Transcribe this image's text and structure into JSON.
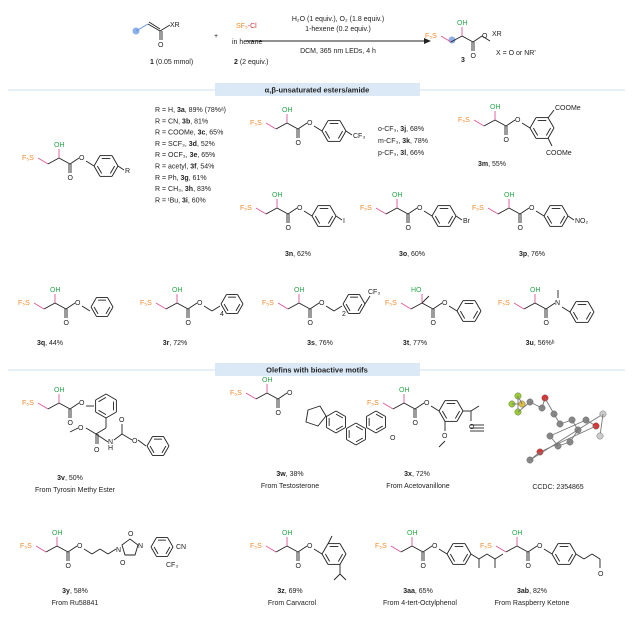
{
  "atoms": {
    "sf5": "F₅S",
    "oh": "OH",
    "ho": "HO",
    "o": "O",
    "n": "N",
    "nh": "H",
    "r": "R",
    "cf3": "CF₃",
    "i": "I",
    "br": "Br",
    "no2": "NO₂",
    "coome": "COOMe",
    "cn": "CN"
  },
  "scheme": {
    "xr": "XR",
    "o": "O",
    "reactant1_id": "1",
    "reactant1_amount": " (0.05 mmol)",
    "plus": "+",
    "reagent_sf5": "SF₅",
    "reagent_cl": "-Cl",
    "reagent_solvent": "in hexane",
    "reagent_id": "2",
    "reagent_amount": " (2 equiv.)",
    "cond_top1": "H₂O (1 equiv.), O₂ (1.8 equiv.)",
    "cond_top2": "1-hexene (0.2 equiv.)",
    "cond_bottom": "DCM, 365 nm LEDs, 4 h",
    "product_id": "3",
    "x_note": "X = O or NR'"
  },
  "sections": {
    "esters": "α,β-unsaturated esters/amide",
    "olefins": "Olefins with bioactive motifs"
  },
  "r_list": [
    {
      "r": "R = H, ",
      "id": "3a",
      "y": ", 89% (78%ᵃ)"
    },
    {
      "r": "R = CN, ",
      "id": "3b",
      "y": ", 81%"
    },
    {
      "r": "R = COOMe, ",
      "id": "3c",
      "y": ", 65%"
    },
    {
      "r": "R = SCF₃, ",
      "id": "3d",
      "y": ", 52%"
    },
    {
      "r": "R = OCF₃, ",
      "id": "3e",
      "y": ", 65%"
    },
    {
      "r": "R = acetyl, ",
      "id": "3f",
      "y": ", 54%"
    },
    {
      "r": "R = Ph, ",
      "id": "3g",
      "y": ", 61%"
    },
    {
      "r": "R = CH₃, ",
      "id": "3h",
      "y": ", 83%"
    },
    {
      "r": "R = ᵗBu, ",
      "id": "3i",
      "y": ", 60%"
    }
  ],
  "cf3_list": [
    {
      "r": "o-CF₃, ",
      "id": "3j",
      "y": ", 68%"
    },
    {
      "r": "m-CF₃, ",
      "id": "3k",
      "y": ", 78%"
    },
    {
      "r": "p-CF₃, ",
      "id": "3l",
      "y": ", 66%"
    }
  ],
  "compounds": {
    "m": {
      "id": "3m",
      "y": ", 55%"
    },
    "n": {
      "id": "3n",
      "y": ", 62%"
    },
    "o": {
      "id": "3o",
      "y": ", 60%"
    },
    "p": {
      "id": "3p",
      "y": ", 76%"
    },
    "q": {
      "id": "3q",
      "y": ", 44%"
    },
    "r": {
      "id": "3r",
      "y": ", 72%",
      "sub": "4"
    },
    "s": {
      "id": "3s",
      "y": ", 76%",
      "sub": "2"
    },
    "t": {
      "id": "3t",
      "y": ", 77%"
    },
    "u": {
      "id": "3u",
      "y": ", 56%ᵇ"
    },
    "v": {
      "id": "3v",
      "y": ", 50%",
      "from": "From Tyrosin Methy Ester"
    },
    "w": {
      "id": "3w",
      "y": ", 38%",
      "from": "From Testosterone"
    },
    "x": {
      "id": "3x",
      "y": ", 72%",
      "from": "From Acetovanillone"
    },
    "y": {
      "id": "3y",
      "y": ", 58%",
      "from": "From Ru58841"
    },
    "z": {
      "id": "3z",
      "y": ", 69%",
      "from": "From Carvacrol"
    },
    "aa": {
      "id": "3aa",
      "y": ", 65%",
      "from": "From 4-tert-Octylphenol"
    },
    "ab": {
      "id": "3ab",
      "y": ", 82%",
      "from": "From Raspberry Ketone"
    }
  },
  "ccdc": "CCDC: 2354865",
  "colors": {
    "sf5": "#f08a2c",
    "oh": "#2aa84a",
    "pink": "#e0559a",
    "blue": "#5b8fe0",
    "section": "#dbe9f7"
  }
}
